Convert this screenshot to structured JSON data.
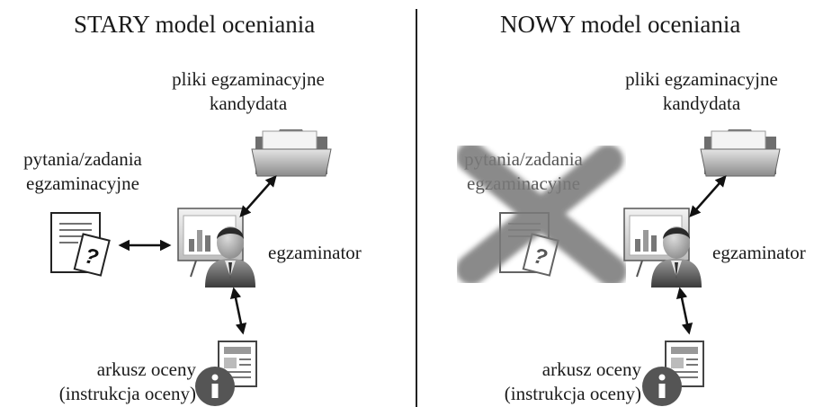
{
  "left_panel": {
    "title": "STARY model oceniania",
    "files_label": [
      "pliki egzaminacyjne",
      "kandydata"
    ],
    "questions_label": [
      "pytania/zadania",
      "egzaminacyjne"
    ],
    "examiner_label": "egzaminator",
    "sheet_label": [
      "arkusz oceny",
      "(instrukcja oceny)"
    ]
  },
  "right_panel": {
    "title": "NOWY model oceniania",
    "files_label": [
      "pliki egzaminacyjne",
      "kandydata"
    ],
    "questions_label": [
      "pytania/zadania",
      "egzaminacyjne"
    ],
    "examiner_label": "egzaminator",
    "sheet_label": [
      "arkusz oceny",
      "(instrukcja oceny)"
    ]
  },
  "icons": {
    "folder": "folder-icon",
    "document": "question-document-icon",
    "examiner": "examiner-presentation-icon",
    "report": "report-sheet-icon",
    "info": "info-icon",
    "cross": "removed-cross-icon"
  },
  "colors": {
    "text": "#1a1a1a",
    "divider": "#222222",
    "cross": "#7a7a7a"
  }
}
